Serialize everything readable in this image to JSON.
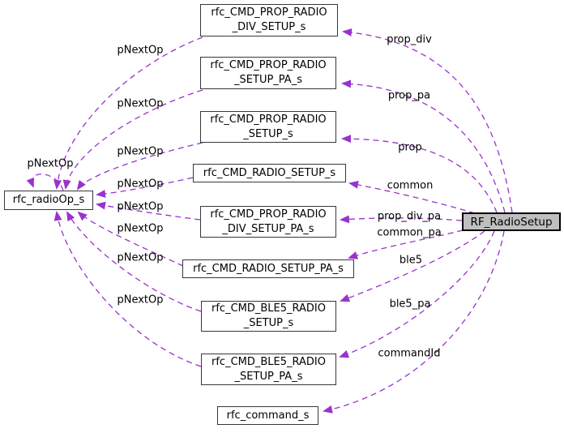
{
  "diagram": {
    "kind": "collaboration-graph",
    "colors": {
      "edge": "#9a32cd",
      "root_fill": "#bfbfbf",
      "node_fill": "#ffffff",
      "node_border": "#383838",
      "text": "#000000",
      "background": "#ffffff"
    },
    "root_node": "RF_RadioSetup",
    "nodes": [
      {
        "id": "rfc_radioOp_s",
        "lines": [
          "rfc_radioOp_s"
        ]
      },
      {
        "id": "rfc_CMD_PROP_RADIO_DIV_SETUP_s",
        "lines": [
          "rfc_CMD_PROP_RADIO",
          "_DIV_SETUP_s"
        ]
      },
      {
        "id": "rfc_CMD_PROP_RADIO_SETUP_PA_s",
        "lines": [
          "rfc_CMD_PROP_RADIO",
          "_SETUP_PA_s"
        ]
      },
      {
        "id": "rfc_CMD_PROP_RADIO_SETUP_s",
        "lines": [
          "rfc_CMD_PROP_RADIO",
          "_SETUP_s"
        ]
      },
      {
        "id": "rfc_CMD_RADIO_SETUP_s",
        "lines": [
          "rfc_CMD_RADIO_SETUP_s"
        ]
      },
      {
        "id": "rfc_CMD_PROP_RADIO_DIV_SETUP_PA_s",
        "lines": [
          "rfc_CMD_PROP_RADIO",
          "_DIV_SETUP_PA_s"
        ]
      },
      {
        "id": "rfc_CMD_RADIO_SETUP_PA_s",
        "lines": [
          "rfc_CMD_RADIO_SETUP_PA_s"
        ]
      },
      {
        "id": "rfc_CMD_BLE5_RADIO_SETUP_s",
        "lines": [
          "rfc_CMD_BLE5_RADIO",
          "_SETUP_s"
        ]
      },
      {
        "id": "rfc_CMD_BLE5_RADIO_SETUP_PA_s",
        "lines": [
          "rfc_CMD_BLE5_RADIO",
          "_SETUP_PA_s"
        ]
      },
      {
        "id": "rfc_command_s",
        "lines": [
          "rfc_command_s"
        ]
      },
      {
        "id": "RF_RadioSetup",
        "lines": [
          "RF_RadioSetup"
        ],
        "is_root": true
      }
    ],
    "edges": [
      {
        "from": "RF_RadioSetup",
        "to": "rfc_CMD_PROP_RADIO_DIV_SETUP_s",
        "label": "prop_div"
      },
      {
        "from": "RF_RadioSetup",
        "to": "rfc_CMD_PROP_RADIO_SETUP_PA_s",
        "label": "prop_pa"
      },
      {
        "from": "RF_RadioSetup",
        "to": "rfc_CMD_PROP_RADIO_SETUP_s",
        "label": "prop"
      },
      {
        "from": "RF_RadioSetup",
        "to": "rfc_CMD_RADIO_SETUP_s",
        "label": "common"
      },
      {
        "from": "RF_RadioSetup",
        "to": "rfc_CMD_PROP_RADIO_DIV_SETUP_PA_s",
        "label": "prop_div_pa"
      },
      {
        "from": "RF_RadioSetup",
        "to": "rfc_CMD_RADIO_SETUP_PA_s",
        "label": "common_pa"
      },
      {
        "from": "RF_RadioSetup",
        "to": "rfc_CMD_BLE5_RADIO_SETUP_s",
        "label": "ble5"
      },
      {
        "from": "RF_RadioSetup",
        "to": "rfc_CMD_BLE5_RADIO_SETUP_PA_s",
        "label": "ble5_pa"
      },
      {
        "from": "RF_RadioSetup",
        "to": "rfc_command_s",
        "label": "commandId"
      },
      {
        "from": "rfc_CMD_PROP_RADIO_DIV_SETUP_s",
        "to": "rfc_radioOp_s",
        "label": "pNextOp"
      },
      {
        "from": "rfc_CMD_PROP_RADIO_SETUP_PA_s",
        "to": "rfc_radioOp_s",
        "label": "pNextOp"
      },
      {
        "from": "rfc_CMD_PROP_RADIO_SETUP_s",
        "to": "rfc_radioOp_s",
        "label": "pNextOp"
      },
      {
        "from": "rfc_CMD_RADIO_SETUP_s",
        "to": "rfc_radioOp_s",
        "label": "pNextOp"
      },
      {
        "from": "rfc_CMD_PROP_RADIO_DIV_SETUP_PA_s",
        "to": "rfc_radioOp_s",
        "label": "pNextOp"
      },
      {
        "from": "rfc_CMD_RADIO_SETUP_PA_s",
        "to": "rfc_radioOp_s",
        "label": "pNextOp"
      },
      {
        "from": "rfc_CMD_BLE5_RADIO_SETUP_s",
        "to": "rfc_radioOp_s",
        "label": "pNextOp"
      },
      {
        "from": "rfc_CMD_BLE5_RADIO_SETUP_PA_s",
        "to": "rfc_radioOp_s",
        "label": "pNextOp"
      },
      {
        "from": "rfc_radioOp_s",
        "to": "rfc_radioOp_s",
        "label": "pNextOp"
      }
    ]
  }
}
